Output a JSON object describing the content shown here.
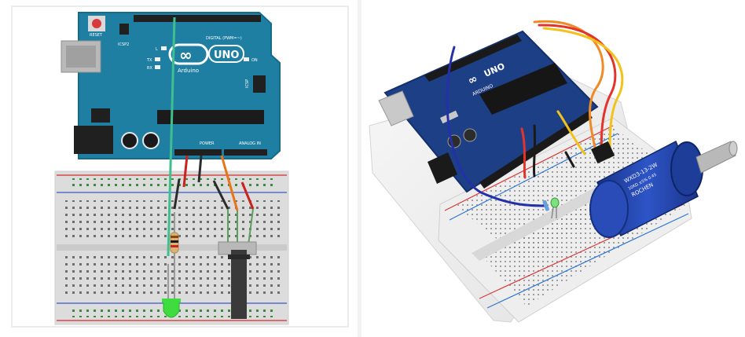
{
  "left_diagram": {
    "board": {
      "logo_symbol": "∞",
      "model": "UNO",
      "brand": "Arduino",
      "reset_label": "RESET",
      "icsp2_label": "ICSP2",
      "icsp_label": "ICSP",
      "digital_label": "DIGITAL (PWM=~)",
      "led_l_label": "L",
      "tx_label": "TX",
      "rx_label": "RX",
      "on_label": "ON",
      "power_label": "POWER",
      "analog_label": "ANALOG IN"
    },
    "colors": {
      "board": "#1f7fa3",
      "board_dark": "#17607c",
      "breadboard": "#dedede",
      "rail_red": "#d62b2b",
      "rail_blue": "#3b57c4",
      "wire_signal": "#3fbf8f",
      "wire_power": "#c8231e",
      "wire_ground": "#2b2b2b",
      "wire_analog": "#e8741a",
      "led": "#3fdc3f",
      "potentiometer": "#3a3a3a"
    },
    "parts": [
      "led",
      "resistor",
      "potentiometer"
    ]
  },
  "right_photo": {
    "board": {
      "logo_symbol": "∞",
      "model": "UNO",
      "brand": "ARDUINO"
    },
    "potentiometer": {
      "label_line1": "WXD3-13-2W",
      "label_line2": "10KΩ ±5% 0.45",
      "label_line3": "ROCHEN"
    },
    "colors": {
      "board": "#1d3f86",
      "pot_body": "#2447a8",
      "wire_red": "#e3342b",
      "wire_orange": "#f08a24",
      "wire_yellow": "#f2c21b",
      "wire_blue": "#2430a8",
      "wire_black": "#1a1a1a",
      "acrylic": "#f1f1f1"
    }
  }
}
